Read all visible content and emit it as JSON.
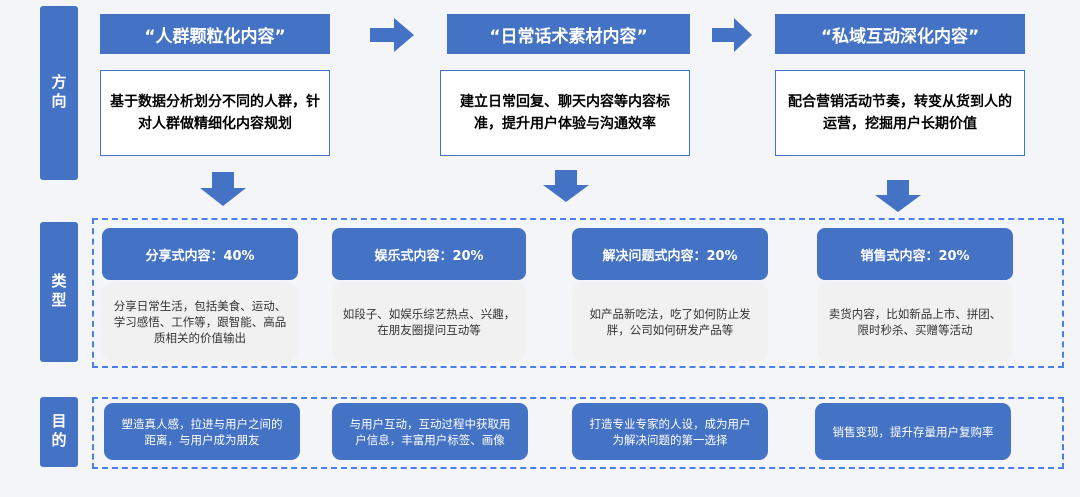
{
  "side_labels": [
    "方向",
    "类型",
    "目的"
  ],
  "directions": [
    {
      "title": "“人群颗粒化内容”",
      "desc": "基于数据分析划分不同的人群，针对人群做精细化内容规划"
    },
    {
      "title": "“日常话术素材内容”",
      "desc": "建立日常回复、聊天内容等内容标准，提升用户体验与沟通效率"
    },
    {
      "title": "“私域互动深化内容”",
      "desc": "配合营销活动节奏，转变从货到人的运营，挖掘用户长期价值"
    }
  ],
  "types": [
    {
      "title": "分享式内容：40%",
      "desc": "分享日常生活，包括美食、运动、学习感悟、工作等，跟智能、高品质相关的价值输出"
    },
    {
      "title": "娱乐式内容：20%",
      "desc": "如段子、如娱乐综艺热点、兴趣，在朋友圈提问互动等"
    },
    {
      "title": "解决问题式内容：20%",
      "desc": "如产品新吃法，吃了如何防止发胖，公司如何研发产品等"
    },
    {
      "title": "销售式内容：20%",
      "desc": "卖货内容，比如新品上市、拼团、限时秒杀、买赠等活动"
    }
  ],
  "purposes": [
    "塑造真人感，拉进与用户之间的距离，与用户成为朋友",
    "与用户互动，互动过程中获取用户信息，丰富用户标签、画像",
    "打造专业专家的人设，成为用户为解决问题的第一选择",
    "销售变现，提升存量用户复购率"
  ]
}
